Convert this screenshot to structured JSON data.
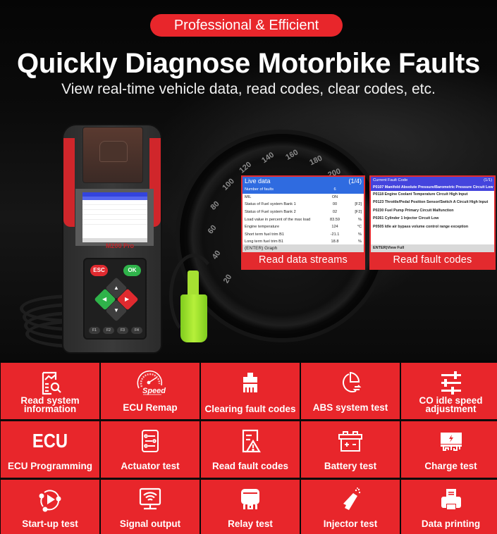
{
  "header": {
    "badge": "Professional & Efficient",
    "title": "Quickly Diagnose Motorbike Faults",
    "subtitle": "View real-time vehicle data, read codes, clear codes, etc."
  },
  "colors": {
    "brand_red": "#e8262b",
    "live_data_blue": "#2f6be0",
    "fault_code_blue": "#4444dd",
    "background": "#000000"
  },
  "gauge": {
    "ticks": [
      "20",
      "40",
      "60",
      "80",
      "100",
      "120",
      "140",
      "160",
      "180",
      "200"
    ]
  },
  "device": {
    "model": "M200 Pro",
    "keys": {
      "esc": "ESC",
      "ok": "OK",
      "up": "▲",
      "down": "▼",
      "left": "◀",
      "right": "▶",
      "f_keys": [
        "F1",
        "F2",
        "F3",
        "F4"
      ]
    }
  },
  "live_data_panel": {
    "title": "Live data",
    "page": "(1/4)",
    "rows": [
      {
        "name": "Number of faults",
        "value": "6",
        "unit": ""
      },
      {
        "name": "MIL",
        "value": "ON",
        "unit": ""
      },
      {
        "name": "Status of Fuel system Bank 1",
        "value": "00",
        "unit": "[F2]"
      },
      {
        "name": "Status of Fuel system Bank 2",
        "value": "02",
        "unit": "[F2]"
      },
      {
        "name": "Load value in percent of the max load",
        "value": "83.59",
        "unit": "%"
      },
      {
        "name": "Engine temperature",
        "value": "124",
        "unit": "°C"
      },
      {
        "name": "Short term fuel trim B1",
        "value": "-21.1",
        "unit": "%"
      },
      {
        "name": "Long term fuel trim B1",
        "value": "18.8",
        "unit": "%"
      }
    ],
    "footer": "(ENTER) Graph",
    "caption": "Read data streams"
  },
  "fault_code_panel": {
    "title": "Current Fault Code",
    "page": "(1/1)",
    "rows": [
      "P0107 Manifold Absolute Pressure/Barometric Pressure Circuit Low Input",
      "P0118 Engine Coolant Temperature Circuit High Input",
      "P0123 Throttle/Pedal Position Sensor/Switch A Circuit High Input",
      "P0230 Fuel Pump Primary Circuit Malfunction",
      "P0261 Cylinder 1 Injector Circuit Low",
      "P0505 Idle air bypass volume control range exception"
    ],
    "footer": "ENTER)View Full",
    "caption": "Read fault codes"
  },
  "features": [
    {
      "label": "Read system information",
      "icon": "report-search-icon"
    },
    {
      "label": "ECU Remap",
      "icon": "speedometer-icon",
      "icon_text": "Speed"
    },
    {
      "label": "Clearing fault codes",
      "icon": "brush-icon"
    },
    {
      "label": "ABS system test",
      "icon": "pie-swap-icon"
    },
    {
      "label": "CO idle speed adjustment",
      "icon": "sliders-icon"
    },
    {
      "label": "ECU Programming",
      "icon": "ecu-text-icon",
      "icon_text": "ECU"
    },
    {
      "label": "Actuator test",
      "icon": "toggle-list-icon"
    },
    {
      "label": "Read fault codes",
      "icon": "document-warning-icon"
    },
    {
      "label": "Battery test",
      "icon": "battery-icon"
    },
    {
      "label": "Charge test",
      "icon": "charger-icon"
    },
    {
      "label": "Start-up test",
      "icon": "play-cycle-icon"
    },
    {
      "label": "Signal output",
      "icon": "monitor-wifi-icon"
    },
    {
      "label": "Relay test",
      "icon": "relay-icon"
    },
    {
      "label": "Injector test",
      "icon": "injector-icon"
    },
    {
      "label": "Data printing",
      "icon": "printer-icon"
    }
  ]
}
